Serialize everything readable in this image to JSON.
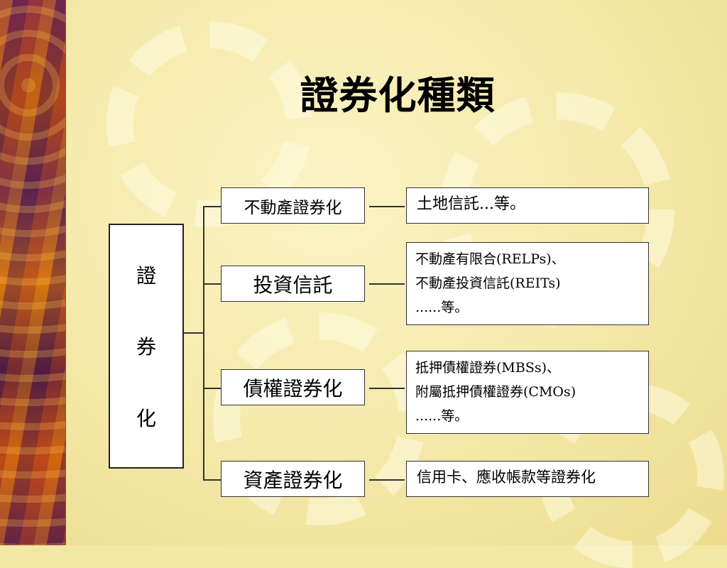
{
  "slide": {
    "title": "證券化種類",
    "root": [
      "證",
      "券",
      "化"
    ],
    "categories": [
      {
        "label": "不動產證券化",
        "examples": [
          "土地信託...等。"
        ]
      },
      {
        "label": "投資信託",
        "examples": [
          "不動產有限合(RELPs)、",
          "不動產投資信託(REITs)",
          "......等。"
        ]
      },
      {
        "label": "債權證券化",
        "examples": [
          "抵押債權證券(MBSs)、",
          "附屬抵押債權證券(CMOs)",
          "......等。"
        ]
      },
      {
        "label": "資產證券化",
        "examples": [
          "信用卡、應收帳款等證券化"
        ]
      }
    ]
  },
  "colors": {
    "background": "#f3e7a6",
    "box": "#ffffff",
    "line": "#333333"
  }
}
